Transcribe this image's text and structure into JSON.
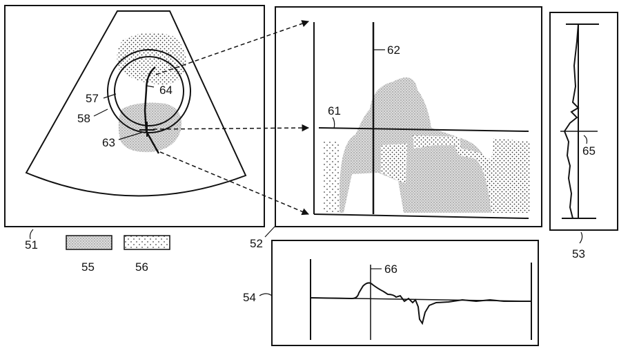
{
  "labels": {
    "sector_panel": "51",
    "mmode_panel": "52",
    "side_waveform_panel": "53",
    "bottom_waveform_panel": "54",
    "legend_dense": "55",
    "legend_sparse": "56",
    "inner_circle": "57",
    "outer_circle": "58",
    "horizontal_cursor": "61",
    "vertical_cursor": "62",
    "cross_marker": "63",
    "curve_trace": "64",
    "side_marker": "65",
    "bottom_marker": "66"
  }
}
